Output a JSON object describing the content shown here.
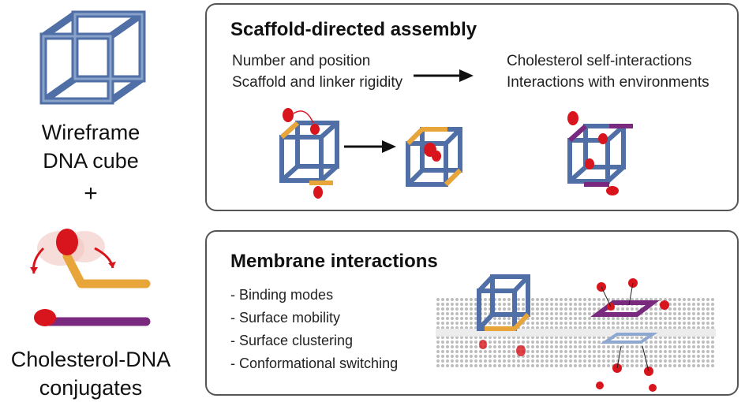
{
  "left": {
    "cube_label_line1": "Wireframe",
    "cube_label_line2": "DNA cube",
    "plus": "+",
    "conjugate_label_line1": "Cholesterol-DNA",
    "conjugate_label_line2": "conjugates"
  },
  "scaffold_panel": {
    "title": "Scaffold-directed assembly",
    "factors": [
      "Number and position",
      "Scaffold and linker rigidity"
    ],
    "outcomes": [
      "Cholesterol self-interactions",
      "Interactions with environments"
    ]
  },
  "membrane_panel": {
    "title": "Membrane interactions",
    "bullets": [
      "- Binding modes",
      "- Surface mobility",
      "- Surface clustering",
      "- Conformational switching"
    ]
  },
  "colors": {
    "dna_blue": "#4f6fa6",
    "linker_orange": "#e8a63a",
    "linker_purple": "#7a2a7e",
    "cholesterol_red": "#d8141c",
    "panel_border": "#555555",
    "membrane_gray": "#c9c9c9"
  }
}
